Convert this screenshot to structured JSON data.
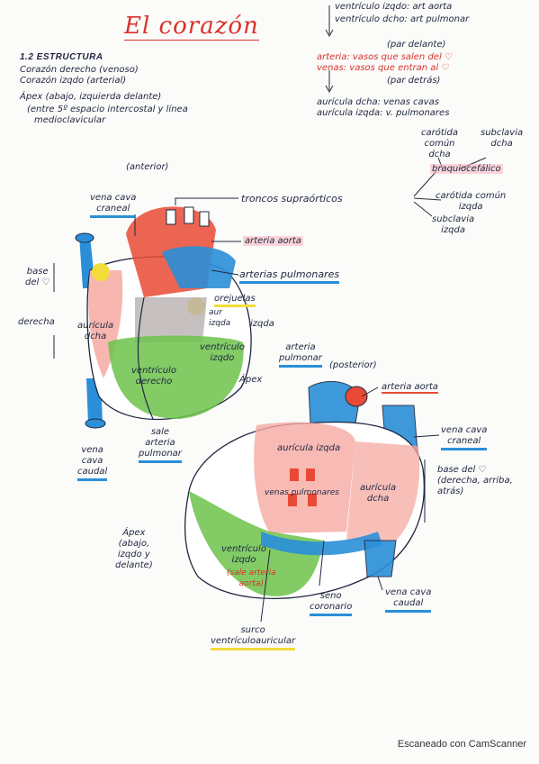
{
  "title": "El corazón",
  "header_notes": {
    "line1": "ventrículo izqdo: art aorta",
    "line2": "ventrículo dcho: art pulmonar",
    "par_delante": "(par delante)",
    "arteria": "arteria: vasos que salen del ♡",
    "venas": "venas: vasos que entran al ♡",
    "par_detras": "(par detrás)",
    "auricula_dcha": "aurícula dcha: venas cavas",
    "auricula_izqda": "aurícula izqda: v. pulmonares"
  },
  "section": {
    "heading": "1.2 ESTRUCTURA",
    "line1": "Corazón derecho (venoso)",
    "line2": "Corazón izqdo (arterial)",
    "line3": "Ápex (abajo, izquierda delante)",
    "line4": "(entre 5º espacio intercostal y línea",
    "line5": "medioclavicular"
  },
  "branches": {
    "carotida_dcha": [
      "carótida",
      "común",
      "dcha"
    ],
    "subclavia_dcha": [
      "subclavia",
      "dcha"
    ],
    "braquiocefalico": "braquiocefálico",
    "carotida_izqda": [
      "carótida común",
      "izqda"
    ],
    "subclavia_izqda": [
      "subclavia",
      "izqda"
    ]
  },
  "anterior_view": {
    "caption": "(anterior)",
    "vena_cava_craneal": [
      "vena cava",
      "craneal"
    ],
    "troncos": "troncos supraórticos",
    "arteria_aorta": "arteria aorta",
    "arterias_pulmonares": "arterias pulmonares",
    "orejuelas": "orejuelas",
    "aur": "aur",
    "izqda_small": "izqda",
    "izqda": "izqda",
    "base_del": [
      "base",
      "del ♡"
    ],
    "derecha": "derecha",
    "auricula_dcha": [
      "aurícula",
      "dcha"
    ],
    "ventriculo_izqdo": [
      "ventrículo",
      "izqdo"
    ],
    "ventriculo_dcho": [
      "ventrículo",
      "derecho"
    ],
    "apex": "Ápex",
    "vena_cava_caudal": [
      "vena",
      "cava",
      "caudal"
    ],
    "sale_arteria": [
      "sale",
      "arteria",
      "pulmonar"
    ]
  },
  "posterior_view": {
    "caption": "(posterior)",
    "arteria_pulmonar": [
      "arteria",
      "pulmonar"
    ],
    "arteria_aorta": "arteria aorta",
    "vena_cava_craneal": [
      "vena cava",
      "craneal"
    ],
    "auricula_izqda": "aurícula izqda",
    "venas_pulmonares": "venas pulmonares",
    "auricula_dcha": [
      "aurícula",
      "dcha"
    ],
    "base_del": [
      "base del ♡",
      "(derecha, arriba,",
      "atrás)"
    ],
    "apex": [
      "Ápex",
      "(abajo,",
      "izqdo y",
      "delante)"
    ],
    "ventriculo_izqdo": [
      "ventrículo",
      "izqdo"
    ],
    "sale_arteria_aorta": [
      "(sale arteria",
      "aorta)"
    ],
    "seno_coronario": [
      "seno",
      "coronario"
    ],
    "vena_cava_caudal": [
      "vena cava",
      "caudal"
    ],
    "surco": [
      "surco",
      "ventrículoauricular"
    ]
  },
  "footer": "Escaneado con CamScanner"
}
